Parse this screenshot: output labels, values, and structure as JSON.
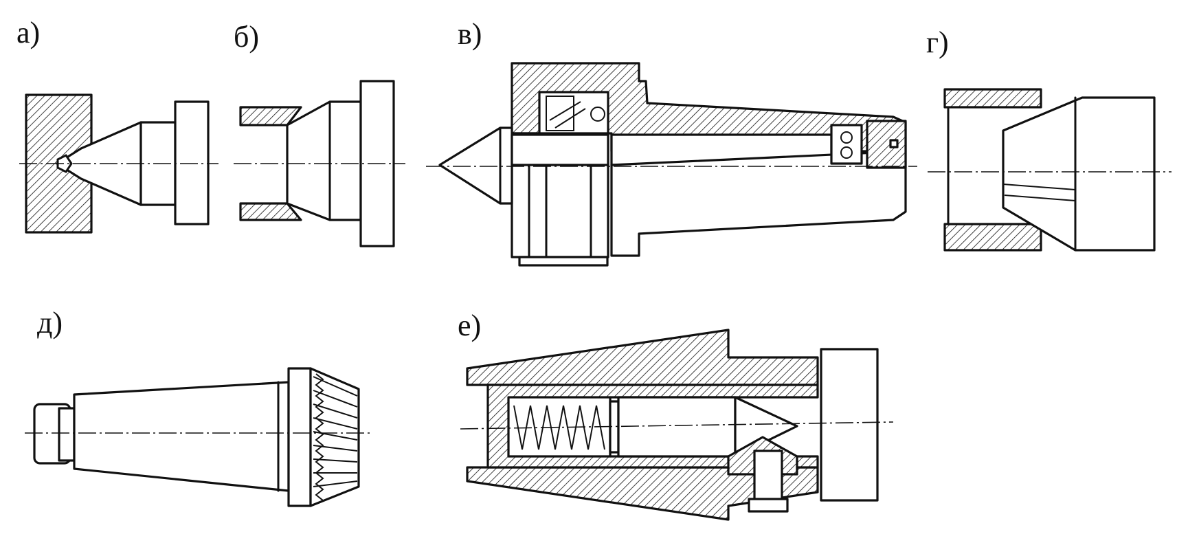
{
  "figure": {
    "labels": {
      "a": "а)",
      "b": "б)",
      "v": "в)",
      "g": "г)",
      "d": "д)",
      "e": "е)"
    }
  }
}
